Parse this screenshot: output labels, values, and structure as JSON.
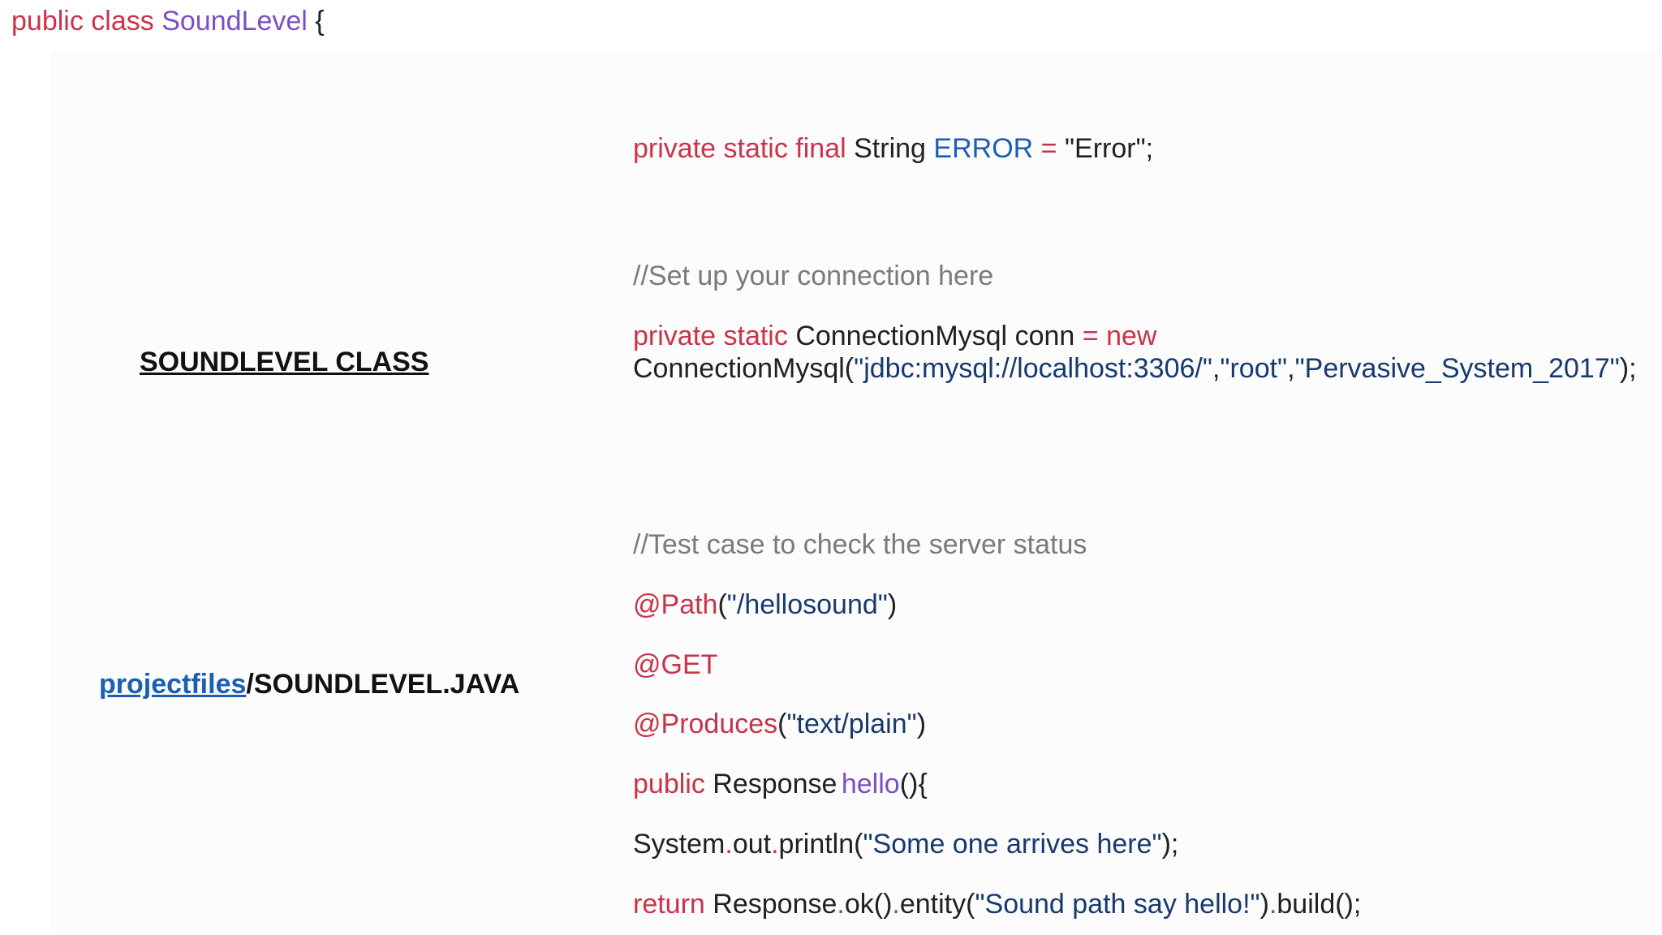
{
  "header": {
    "public": "public",
    "class": "class",
    "name": "SoundLevel",
    "brace": "{"
  },
  "left_panel": {
    "class_title": "SOUNDLEVEL CLASS",
    "path_link": "projectfiles",
    "path_sep": "/",
    "path_file": "SOUNDLEVEL.JAVA"
  },
  "code": {
    "line_error": {
      "modifiers": "private static final",
      "type": "String",
      "const": "ERROR",
      "eq": "=",
      "value": "\"Error\";"
    },
    "comment_connection": "//Set up your connection here",
    "line_conn": {
      "modifiers": "private static",
      "type": "ConnectionMysql",
      "var": "conn",
      "eq": "=",
      "new": "new",
      "ctor": "ConnectionMysql(",
      "arg1": "\"jdbc:mysql://localhost:3306/\"",
      "sep1": ",",
      "arg2": "\"root\"",
      "sep2": ",",
      "arg3": "\"Pervasive_System_2017\"",
      "end": ");"
    },
    "comment_test": "//Test case to check the server status",
    "ann_path": {
      "name": "@Path",
      "open": "(",
      "arg": "\"/hellosound\"",
      "close": ")"
    },
    "ann_get": "@GET",
    "ann_produces": {
      "name": "@Produces",
      "open": "(",
      "arg": "\"text/plain\"",
      "close": ")"
    },
    "method_sig": {
      "mod": "public",
      "type": "Response",
      "name": "hello",
      "rest": "(){"
    },
    "println": {
      "obj": "System",
      "d1": ".",
      "field": "out",
      "d2": ".",
      "call": "println(",
      "arg": "\"Some one arrives here\"",
      "end": ");"
    },
    "return_line": {
      "kw": "return",
      "obj": "Response",
      "d1": ".",
      "call1": "ok()",
      "d2": ".",
      "call2": "entity(",
      "arg": "\"Sound path say hello!\"",
      "close": ")",
      "d3": ".",
      "call3": "build();"
    }
  }
}
